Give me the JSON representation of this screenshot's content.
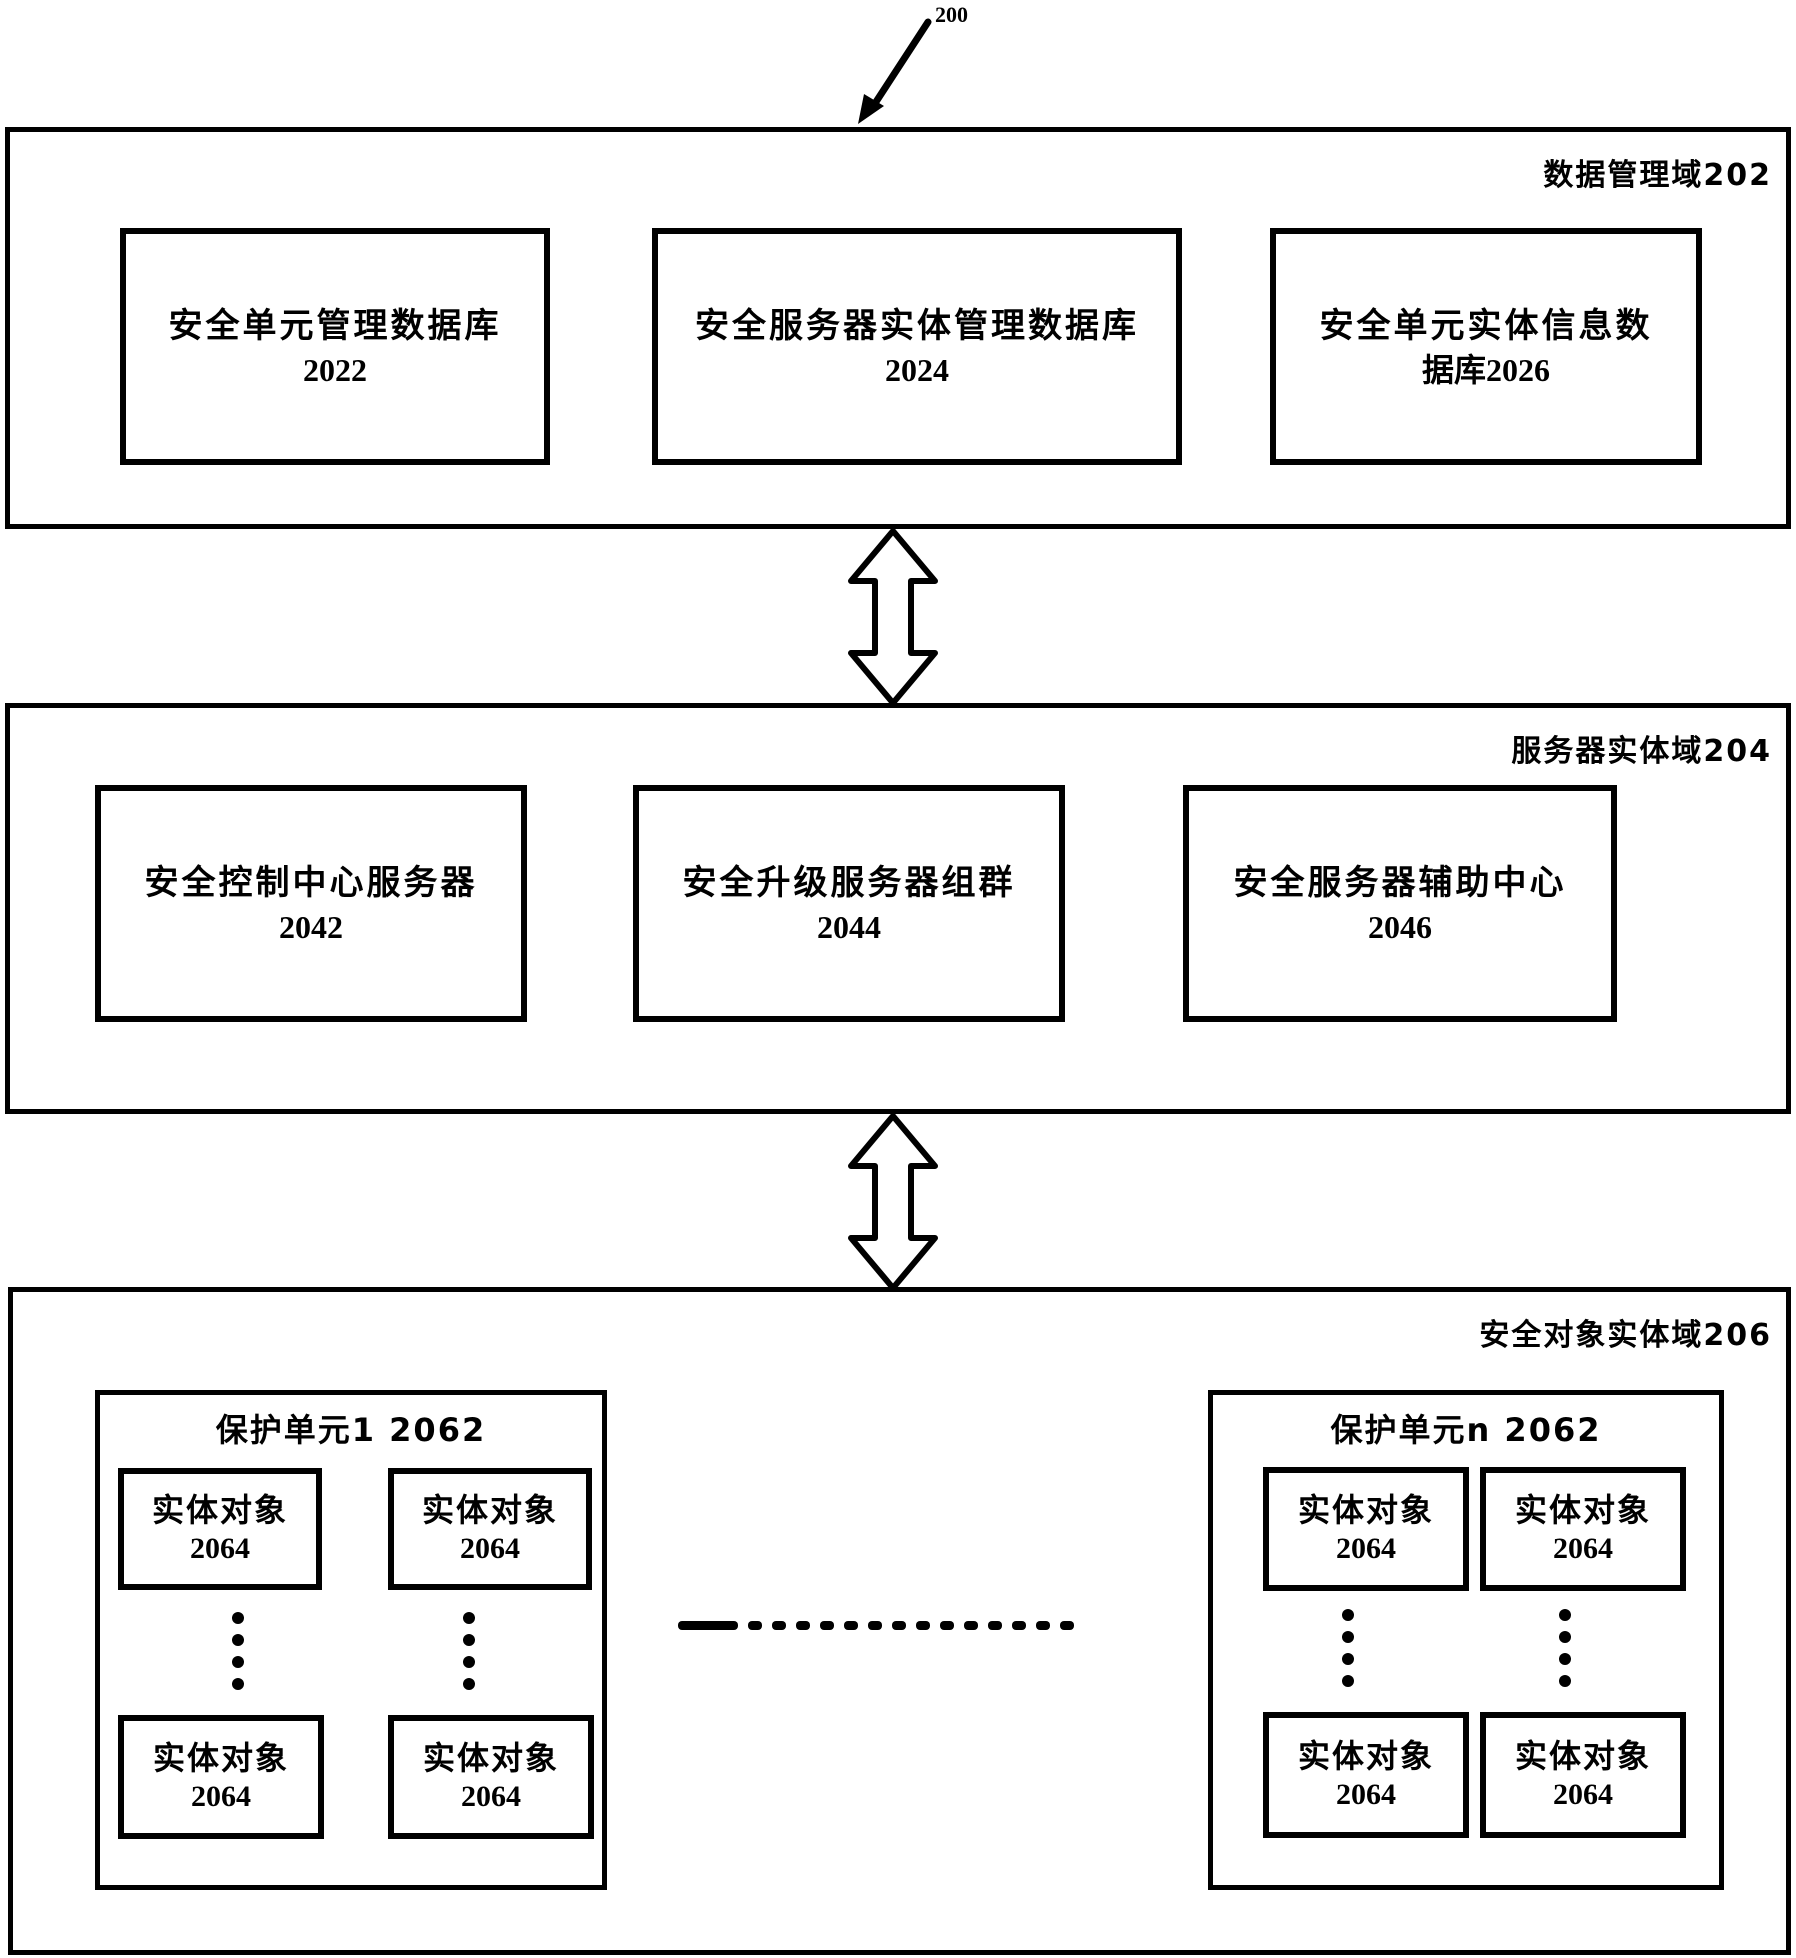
{
  "figure": {
    "reference_label": "200"
  },
  "domains": [
    {
      "title": "数据管理域202",
      "boxes": [
        {
          "name": "安全单元管理数据库",
          "num": "2022"
        },
        {
          "name": "安全服务器实体管理数据库",
          "num": "2024"
        },
        {
          "name": "安全单元实体信息数",
          "num": "据库2026"
        }
      ]
    },
    {
      "title": "服务器实体域204",
      "boxes": [
        {
          "name": "安全控制中心服务器",
          "num": "2042"
        },
        {
          "name": "安全升级服务器组群",
          "num": "2044"
        },
        {
          "name": "安全服务器辅助中心",
          "num": "2046"
        }
      ]
    },
    {
      "title": "安全对象实体域206",
      "units": [
        {
          "title": "保护单元1 2062",
          "entities": [
            {
              "name": "实体对象",
              "num": "2064"
            },
            {
              "name": "实体对象",
              "num": "2064"
            },
            {
              "name": "实体对象",
              "num": "2064"
            },
            {
              "name": "实体对象",
              "num": "2064"
            }
          ]
        },
        {
          "title": "保护单元n 2062",
          "entities": [
            {
              "name": "实体对象",
              "num": "2064"
            },
            {
              "name": "实体对象",
              "num": "2064"
            },
            {
              "name": "实体对象",
              "num": "2064"
            },
            {
              "name": "实体对象",
              "num": "2064"
            }
          ]
        }
      ]
    }
  ],
  "connectors": [
    {
      "from": "数据管理域202",
      "to": "服务器实体域204",
      "type": "bidirectional"
    },
    {
      "from": "服务器实体域204",
      "to": "安全对象实体域206",
      "type": "bidirectional"
    }
  ]
}
